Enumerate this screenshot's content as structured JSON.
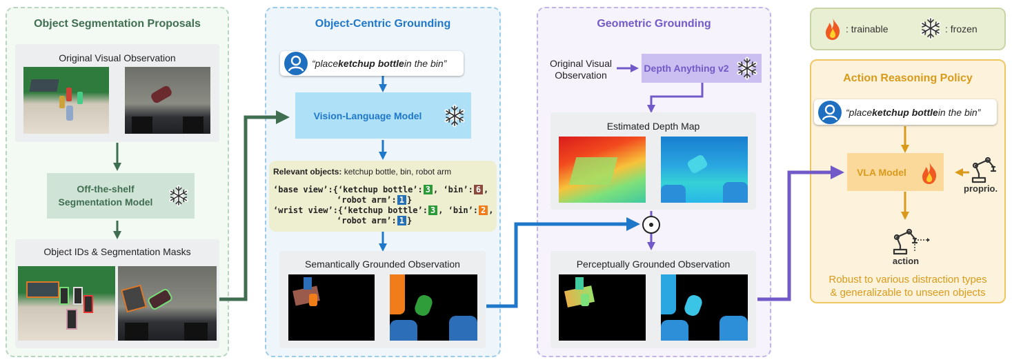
{
  "legend": {
    "trainable": ": trainable",
    "frozen": ": frozen"
  },
  "seg_panel": {
    "title": "Object Segmentation Proposals",
    "orig_obs": "Original Visual Observation",
    "model": [
      "Off-the-shelf",
      "Segmentation Model"
    ],
    "masks": "Object IDs & Segmentation Masks"
  },
  "obj_panel": {
    "title": "Object-Centric Grounding",
    "prompt_pre": "“place ",
    "prompt_bold": "ketchup bottle",
    "prompt_post": " in the bin”",
    "vlm": "Vision-Language Model",
    "relevant_label": "Relevant objects:",
    "relevant_value": " ketchup bottle, bin, robot arm",
    "code": {
      "base_key": "‘base view’",
      "wrist_key": "‘wrist view’",
      "ketchup": "‘ketchup bottle’",
      "bin": "‘bin’",
      "robot": "‘robot arm’",
      "base_ids": [
        "3",
        "6",
        "1"
      ],
      "wrist_ids": [
        "3",
        "2",
        "1"
      ]
    },
    "sem_obs": "Semantically Grounded Observation"
  },
  "geo_panel": {
    "title": "Geometric Grounding",
    "orig_obs": [
      "Original Visual",
      "Observation"
    ],
    "depth_model": "Depth Anything v2",
    "depth_map": "Estimated Depth Map",
    "percept_obs": "Perceptually Grounded Observation"
  },
  "policy_panel": {
    "title": "Action Reasoning Policy",
    "prompt_pre": "“place ",
    "prompt_bold": "ketchup bottle",
    "prompt_post": " in the bin”",
    "vla": "VLA Model",
    "proprio": "proprio.",
    "action": "action",
    "robust": [
      "Robust to various distraction types",
      "& generalizable to unseen objects"
    ]
  },
  "colors": {
    "seg": "#3f6e50",
    "obj": "#1f77c9",
    "geo": "#7159c8",
    "policy": "#d99a1b"
  }
}
